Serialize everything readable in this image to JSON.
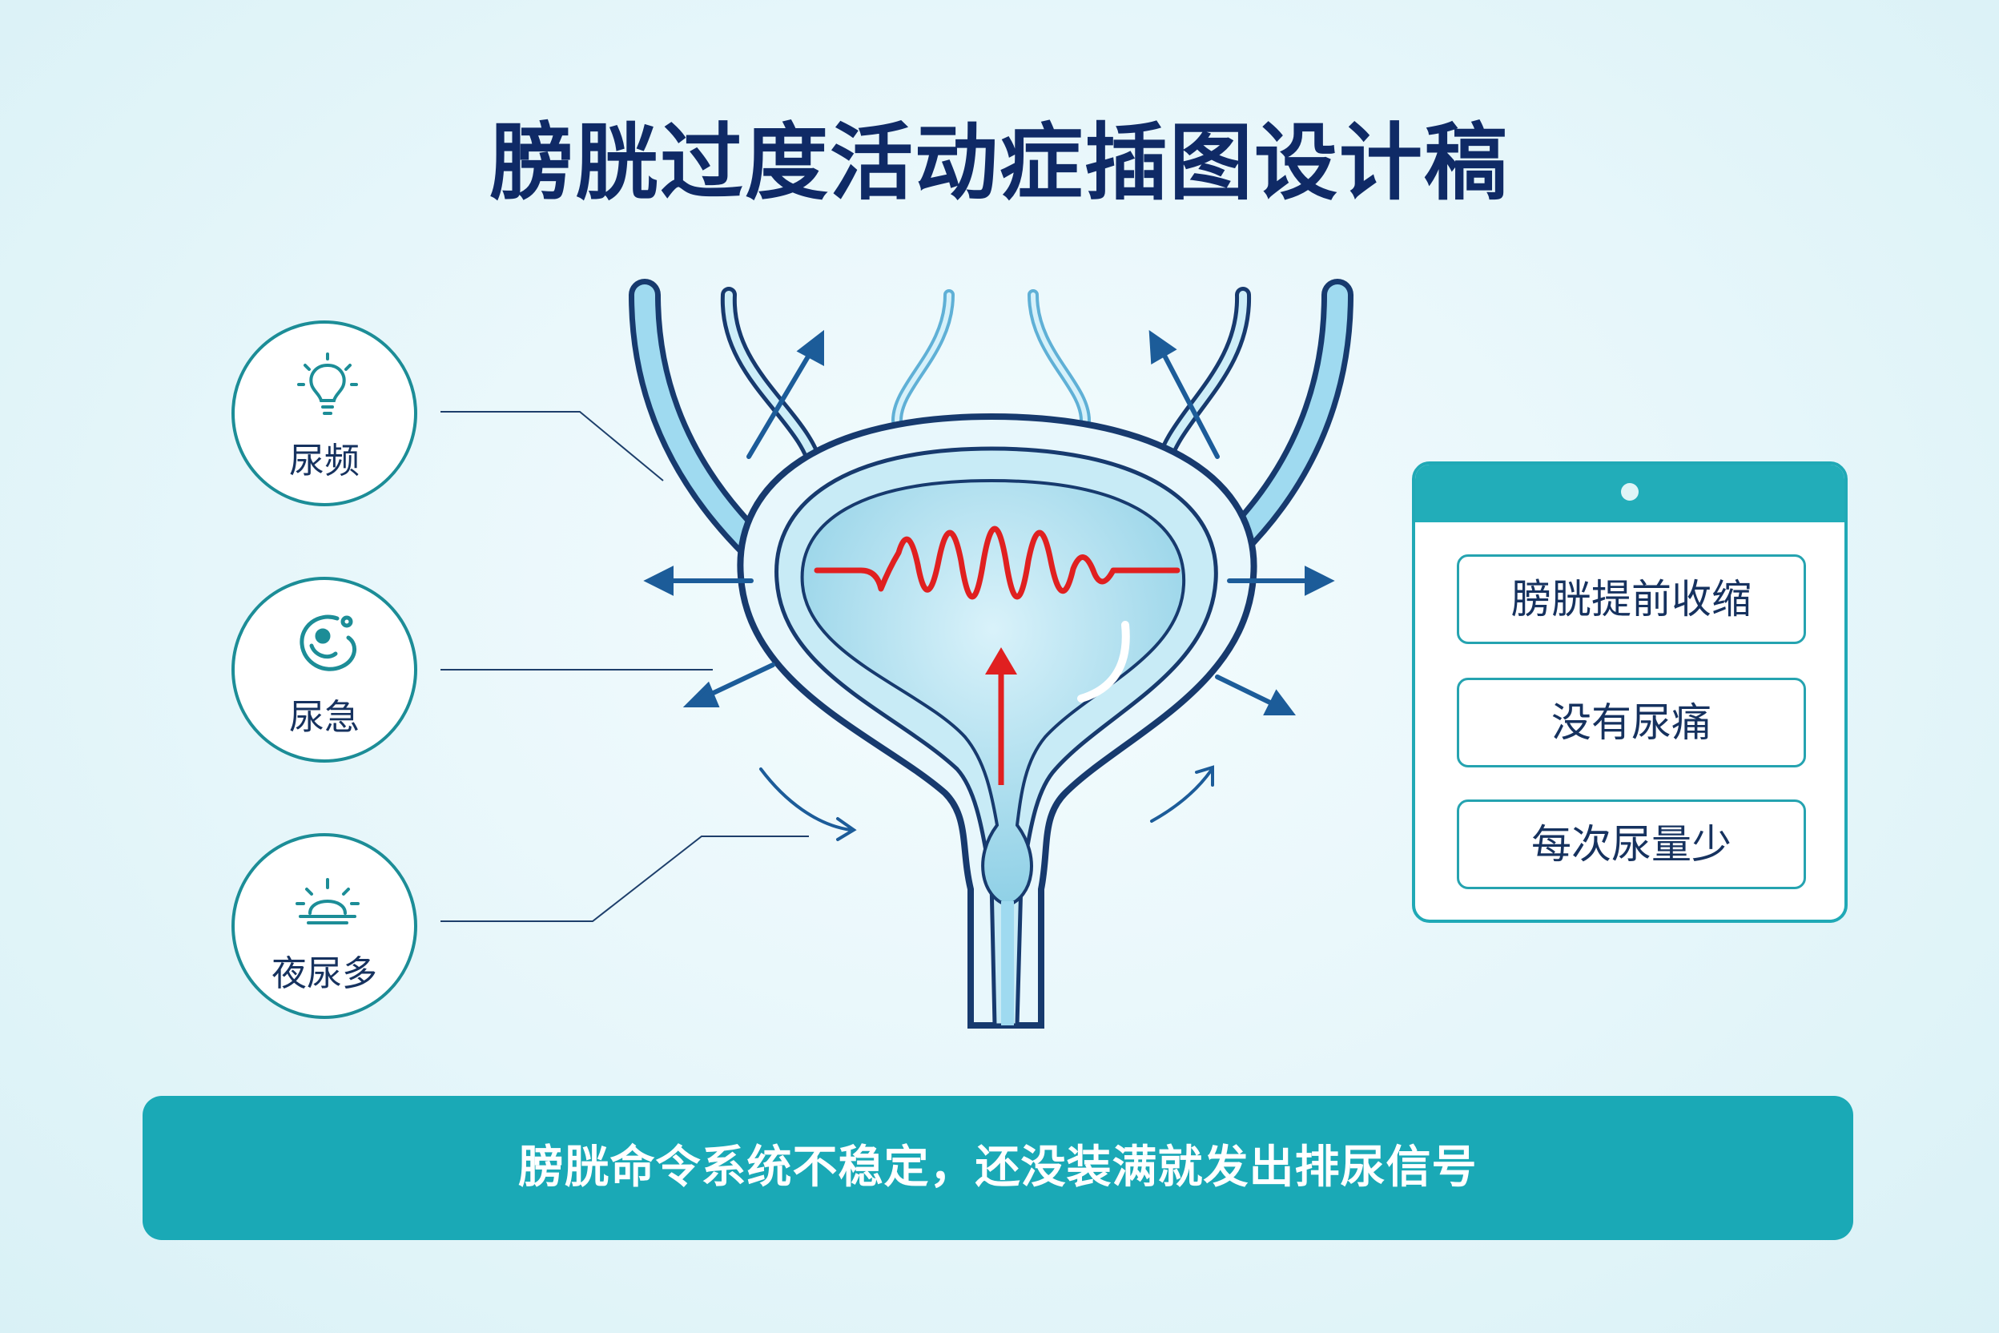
{
  "title": "膀胱过度活动症插图设计稿",
  "symptoms": [
    {
      "label": "尿频",
      "icon": "lightbulb-icon"
    },
    {
      "label": "尿急",
      "icon": "urgency-swirl-icon"
    },
    {
      "label": "夜尿多",
      "icon": "sunrise-icon"
    }
  ],
  "features": [
    "膀胱提前收缩",
    "没有尿痛",
    "每次尿量少"
  ],
  "banner": "膀胱命令系统不稳定，还没装满就发出排尿信号",
  "colors": {
    "navy": "#0f2a66",
    "teal": "#1aa9b6",
    "bladder_light": "#bfe6f3",
    "bladder_outline": "#173a6e",
    "signal_red": "#e02020",
    "arrow_blue": "#1c5c99"
  }
}
